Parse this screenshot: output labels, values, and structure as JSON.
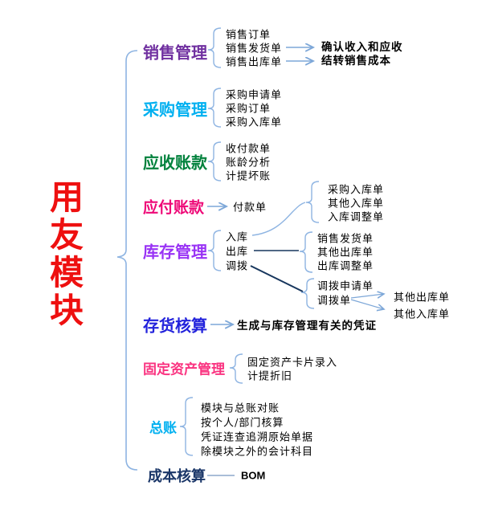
{
  "title": {
    "text": "用友模块"
  },
  "sections": {
    "sales": {
      "label": "销售管理",
      "items": [
        "销售订单",
        "销售发货单",
        "销售出库单"
      ],
      "outcomes": [
        "确认收入和应收",
        "结转销售成本"
      ]
    },
    "purchase": {
      "label": "采购管理",
      "items": [
        "采购申请单",
        "采购订单",
        "采购入库单"
      ]
    },
    "receivable": {
      "label": "应收账款",
      "items": [
        "收付款单",
        "账龄分析",
        "计提坏账"
      ]
    },
    "payable": {
      "label": "应付账款",
      "payment_doc": "付款单",
      "inbound_docs": [
        "采购入库单",
        "其他入库单",
        "入库调整单"
      ]
    },
    "inventory": {
      "label": "库存管理",
      "items": [
        "入库",
        "出库",
        "调拨"
      ],
      "outbound_docs": [
        "销售发货单",
        "其他出库单",
        "出库调整单"
      ],
      "transfer_docs": [
        "调拨申请单",
        "调拨单"
      ],
      "transfer_targets": [
        "其他出库单",
        "其他入库单"
      ]
    },
    "stock_costing": {
      "label": "存货核算",
      "note": "生成与库存管理有关的凭证"
    },
    "fixed_assets": {
      "label": "固定资产管理",
      "items": [
        "固定资产卡片录入",
        "计提折旧"
      ]
    },
    "general_ledger": {
      "label": "总账",
      "items": [
        "模块与总账对账",
        "按个人/部门核算",
        "凭证连查追溯原始单据",
        "除模块之外的会计科目"
      ]
    },
    "cost_accounting": {
      "label": "成本核算",
      "note": "BOM"
    }
  },
  "colors": {
    "title": "#EE1010",
    "sales": "#7030A0",
    "purchase": "#00B0F0",
    "receivable": "#00813C",
    "payable": "#EE0877",
    "inventory": "#9933F5",
    "stock_costing": "#2323DC",
    "fixed_assets": "#FA3380",
    "general_ledger": "#00B0F0",
    "cost_accounting": "#1A3668",
    "item_text": "#000000",
    "line_light": "#8EB4E2",
    "line_dark": "#17365D",
    "arrow": "#7DA7D8",
    "bom_line": "#8EA9CC"
  }
}
